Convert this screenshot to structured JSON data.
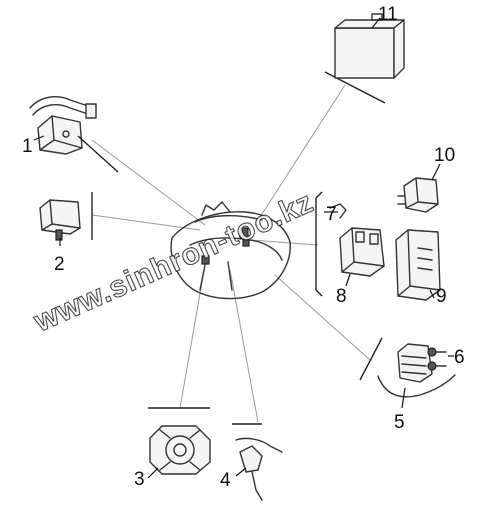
{
  "watermark": "www.sinhron-too.kz",
  "parts": [
    {
      "num": "1",
      "label": "1"
    },
    {
      "num": "2",
      "label": "2"
    },
    {
      "num": "3",
      "label": "3"
    },
    {
      "num": "4",
      "label": "4"
    },
    {
      "num": "5",
      "label": "5"
    },
    {
      "num": "6",
      "label": "6"
    },
    {
      "num": "7",
      "label": "7"
    },
    {
      "num": "8",
      "label": "8"
    },
    {
      "num": "9",
      "label": "9"
    },
    {
      "num": "10",
      "label": "10"
    },
    {
      "num": "11",
      "label": "11"
    }
  ],
  "colors": {
    "line": "#333333",
    "leader": "#999999",
    "background": "#ffffff"
  }
}
